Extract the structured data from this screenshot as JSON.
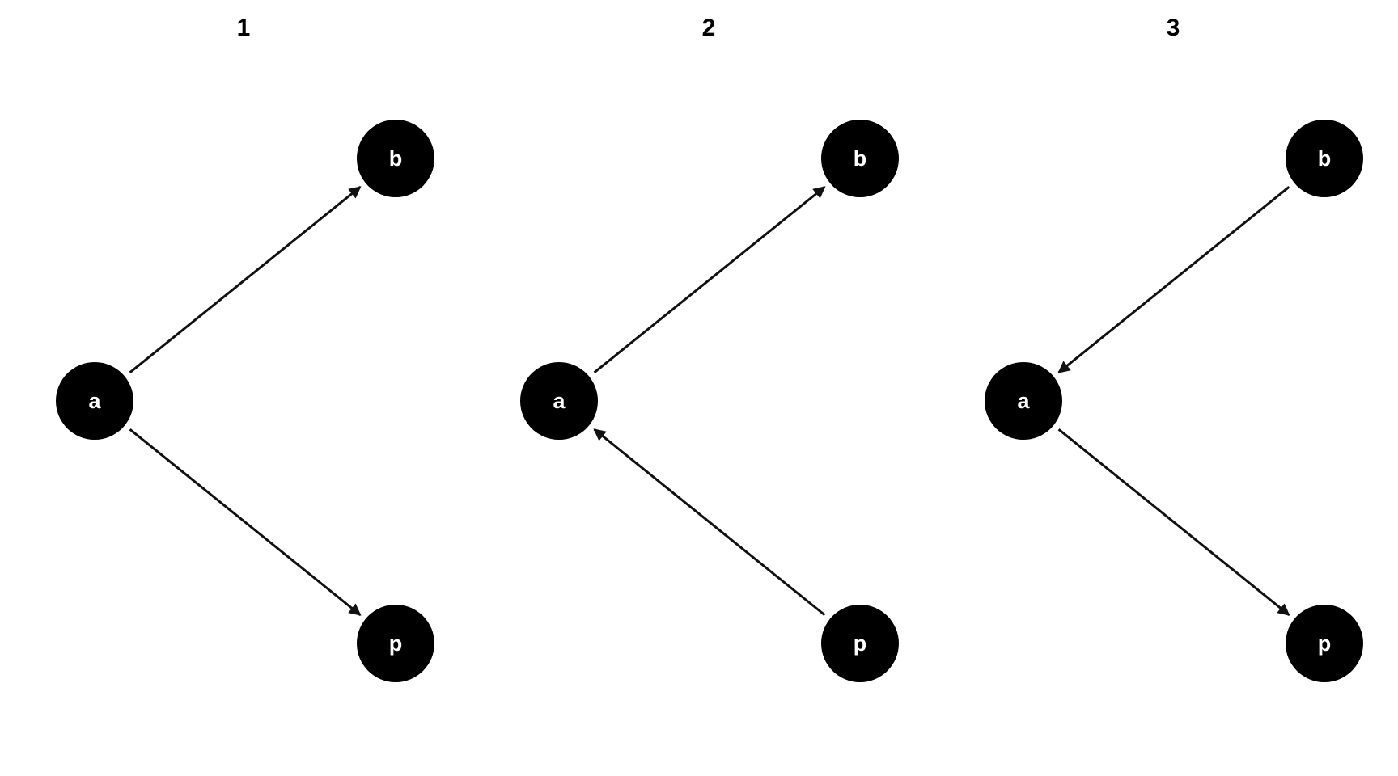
{
  "colors": {
    "background": "#ffffff",
    "node_fill": "#000000",
    "node_text": "#ffffff",
    "edge": "#111111"
  },
  "panels": [
    {
      "title": "1",
      "nodes": [
        {
          "id": "a",
          "label": "a"
        },
        {
          "id": "b",
          "label": "b"
        },
        {
          "id": "p",
          "label": "p"
        }
      ],
      "edges": [
        {
          "from": "a",
          "to": "b"
        },
        {
          "from": "a",
          "to": "p"
        }
      ]
    },
    {
      "title": "2",
      "nodes": [
        {
          "id": "a",
          "label": "a"
        },
        {
          "id": "b",
          "label": "b"
        },
        {
          "id": "p",
          "label": "p"
        }
      ],
      "edges": [
        {
          "from": "a",
          "to": "b"
        },
        {
          "from": "p",
          "to": "a"
        }
      ]
    },
    {
      "title": "3",
      "nodes": [
        {
          "id": "a",
          "label": "a"
        },
        {
          "id": "b",
          "label": "b"
        },
        {
          "id": "p",
          "label": "p"
        }
      ],
      "edges": [
        {
          "from": "b",
          "to": "a"
        },
        {
          "from": "a",
          "to": "p"
        }
      ]
    }
  ]
}
